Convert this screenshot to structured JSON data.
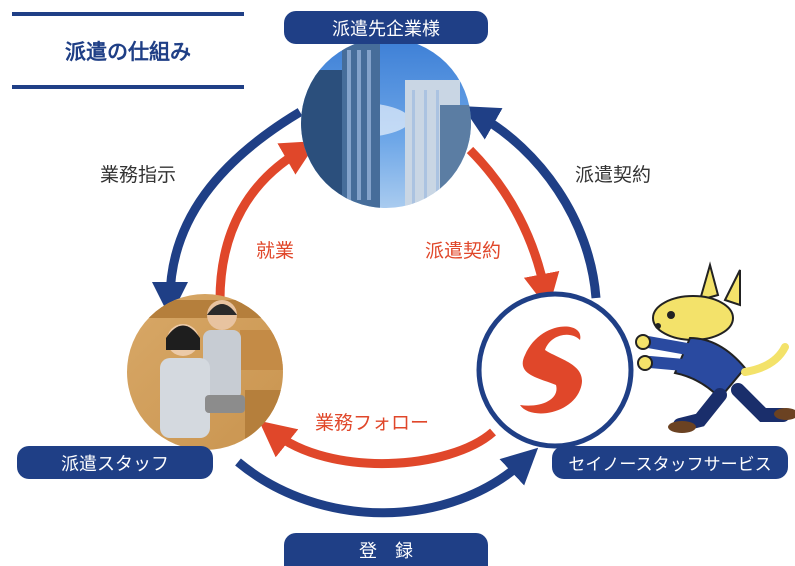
{
  "title": "派遣の仕組み",
  "nodes": {
    "client": "派遣先企業様",
    "staff": "派遣スタッフ",
    "agency": "セイノースタッフサービス",
    "register": "登　録"
  },
  "arrows": {
    "work_instruction": "業務指示",
    "dispatch_contract_outer": "派遣契約",
    "employment": "就業",
    "dispatch_contract_inner": "派遣契約",
    "work_follow": "業務フォロー"
  },
  "colors": {
    "navy": "#1f3f86",
    "red": "#e0472a"
  }
}
